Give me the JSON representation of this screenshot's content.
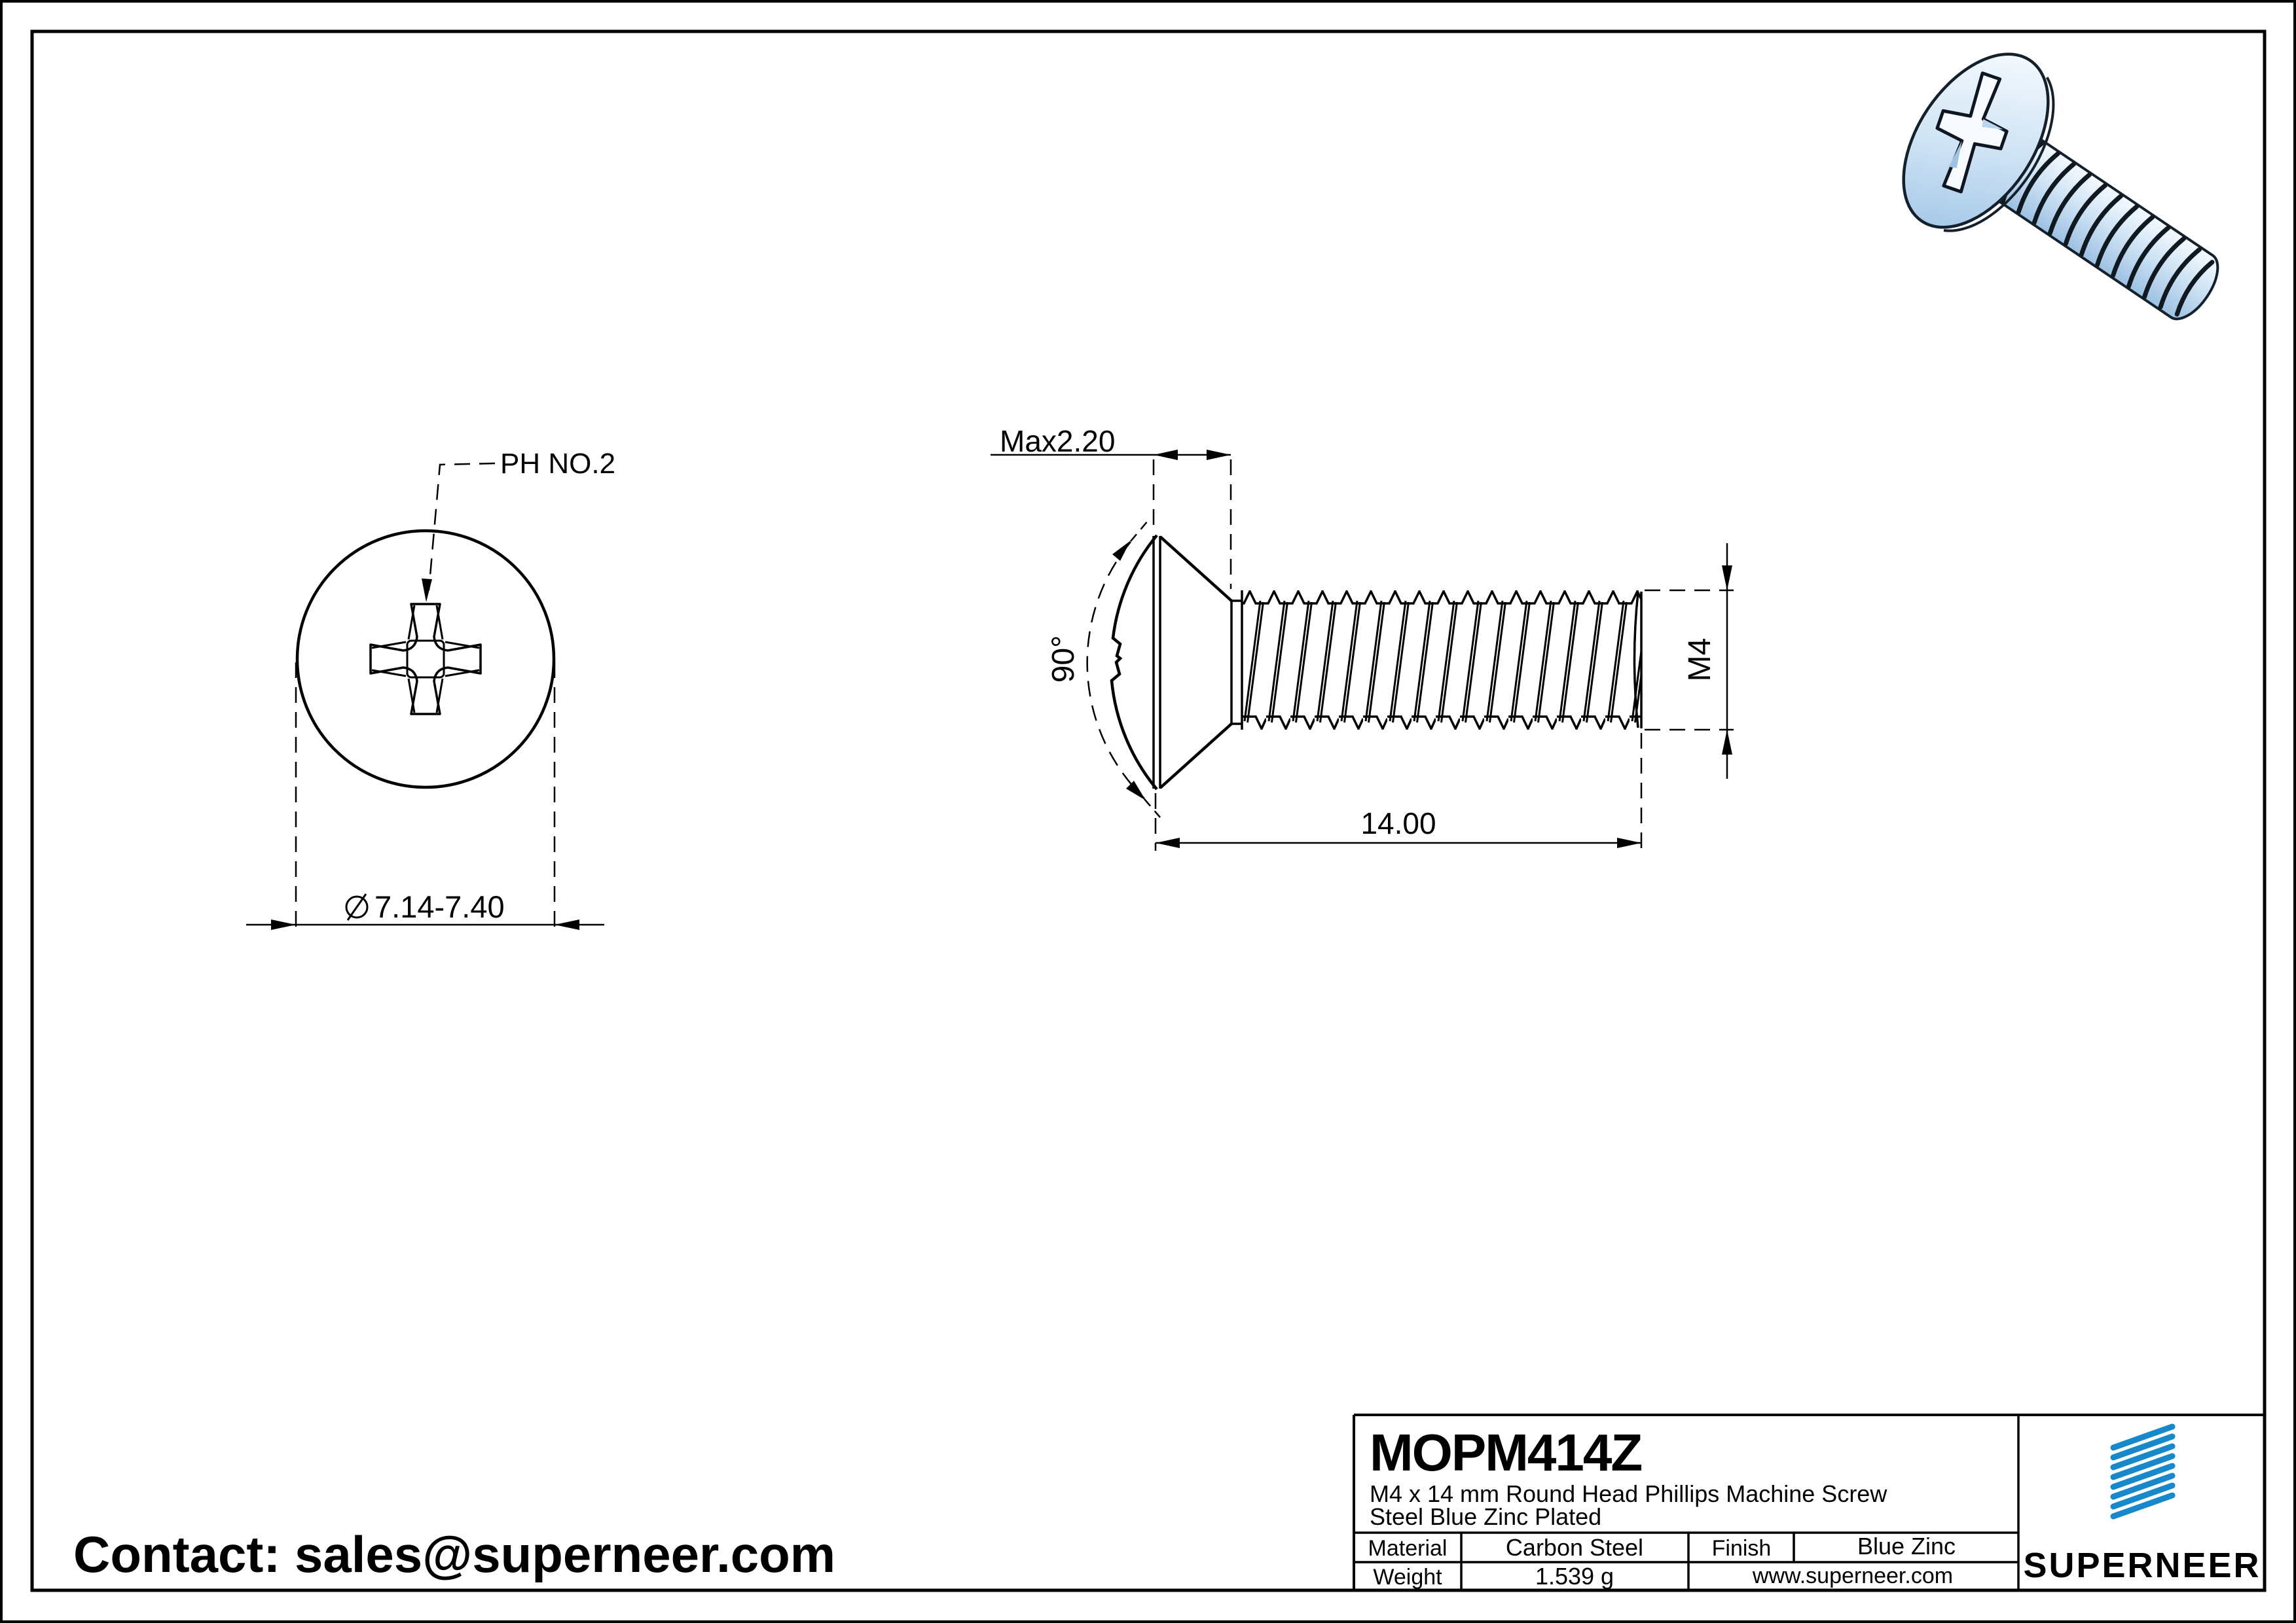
{
  "contact": {
    "label": "Contact: sales@superneer.com"
  },
  "views": {
    "top_view": {
      "drive_label": "PH NO.2",
      "diameter_symbol": "⌀",
      "diameter_label": "7.14-7.40"
    },
    "side_view": {
      "head_height_label": "Max2.20",
      "angle_label": "90°",
      "thread_label": "M4",
      "length_label": "14.00"
    }
  },
  "title_block": {
    "part_number": "MOPM414Z",
    "description_line1": "M4 x 14 mm Round Head Phillips Machine Screw",
    "description_line2": "Steel Blue Zinc Plated",
    "material_label": "Material",
    "material_value": "Carbon Steel",
    "finish_label": "Finish",
    "finish_value": "Blue Zinc",
    "weight_label": "Weight",
    "weight_value": "1.539 g",
    "website": "www.superneer.com",
    "brand": "SUPERNEER"
  },
  "colors": {
    "line_black": "#000000",
    "brand_blue": "#1789ca",
    "link_blue": "#1b78cf",
    "screw_light": "#f2f8fd",
    "screw_mid": "#bcd8f0",
    "screw_dark": "#96bcdf"
  }
}
